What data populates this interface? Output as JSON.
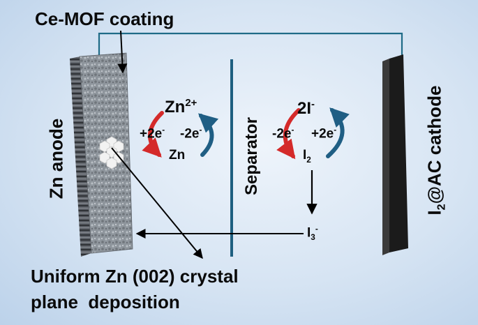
{
  "labels": {
    "coating": "Ce-MOF coating",
    "anode": "Zn anode",
    "separator": "Separator",
    "cathode_prefix": "I",
    "cathode_sub": "2",
    "cathode_suffix": "@AC cathode",
    "deposition_line1": "Uniform Zn (002) crystal",
    "deposition_line2": "plane  deposition"
  },
  "anode_reaction": {
    "ion": "Zn",
    "ion_charge": "2+",
    "metal": "Zn",
    "gain": "+2e",
    "loss": "-2e",
    "electron_sup": "-"
  },
  "cathode_reaction": {
    "iodide": "2I",
    "iodide_sup": "-",
    "iodine": "I",
    "iodine_sub": "2",
    "loss": "-2e",
    "gain": "+2e",
    "electron_sup": "-",
    "triiodide": "I",
    "triiodide_sub": "3",
    "triiodide_sup": "-"
  },
  "colors": {
    "wire": "#1f6b87",
    "separator": "#1e5f80",
    "cathode": "#1b1b1b",
    "reduction_arrow": "#d42a2a",
    "oxidation_arrow": "#1f5e84"
  }
}
